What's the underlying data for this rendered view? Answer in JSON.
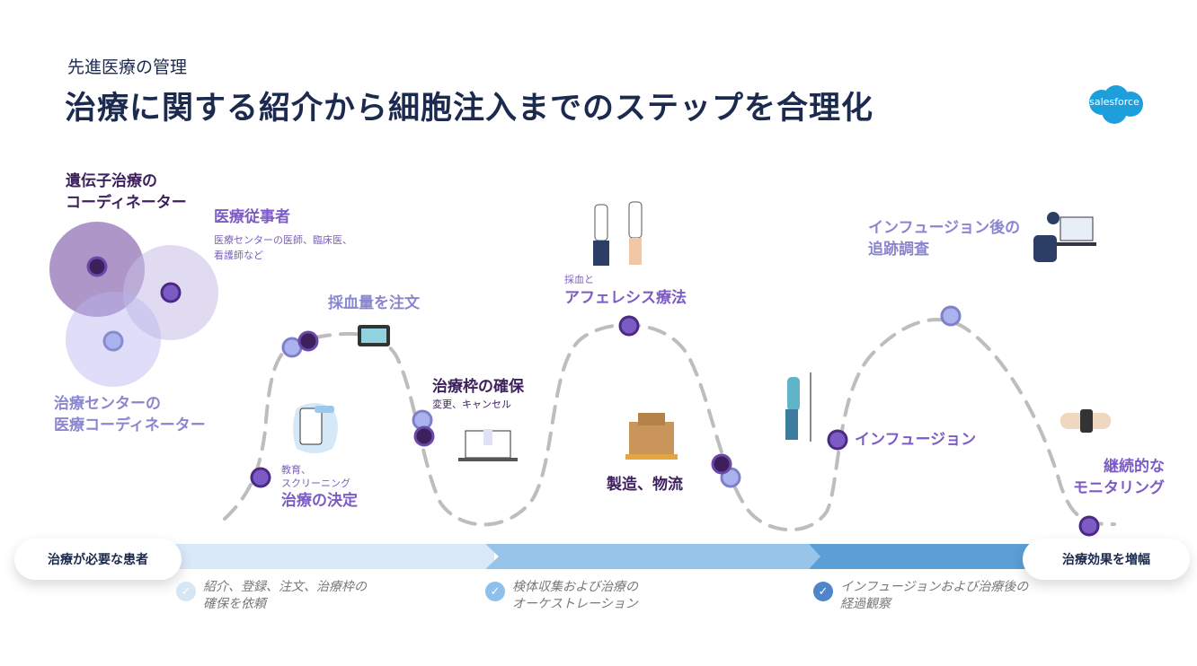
{
  "header": {
    "subtitle": "先進医療の管理",
    "title": "治療に関する紹介から細胞注入までのステップを合理化",
    "logo": "salesforce"
  },
  "roles": {
    "gene_coordinator": [
      "遺伝子治療の",
      "コーディネーター"
    ],
    "hcp_title": "医療従事者",
    "hcp_desc": [
      "医療センターの医師、臨床医、",
      "看護師など"
    ],
    "center_coordinator": [
      "治療センターの",
      "医療コーディネーター"
    ]
  },
  "steps": {
    "order_blood": "採血量を注文",
    "decision_sub": [
      "教育、",
      "スクリーニング"
    ],
    "decision": "治療の決定",
    "slot": "治療枠の確保",
    "slot_sub": "変更、キャンセル",
    "apheresis_sub": "採血と",
    "apheresis": "アフェレシス療法",
    "manufacture": "製造、物流",
    "infusion": "インフュージョン",
    "followup": [
      "インフュージョン後の",
      "追跡調査"
    ],
    "monitoring": [
      "継続的な",
      "モニタリング"
    ]
  },
  "bar": {
    "start": "治療が必要な患者",
    "end": "治療効果を増幅",
    "colors": [
      "#d9e9f7",
      "#97c5ea",
      "#5b9fd6"
    ],
    "phases": [
      {
        "text": [
          "紹介、登録、注文、治療枠の",
          "確保を依頼"
        ],
        "color": "#d5e6f5"
      },
      {
        "text": [
          "検体収集および治療の",
          "オーケストレーション"
        ],
        "color": "#8dc0ea"
      },
      {
        "text": [
          "インフュージョンおよび治療後の",
          "経過観察"
        ],
        "color": "#4f86c9"
      }
    ]
  }
}
